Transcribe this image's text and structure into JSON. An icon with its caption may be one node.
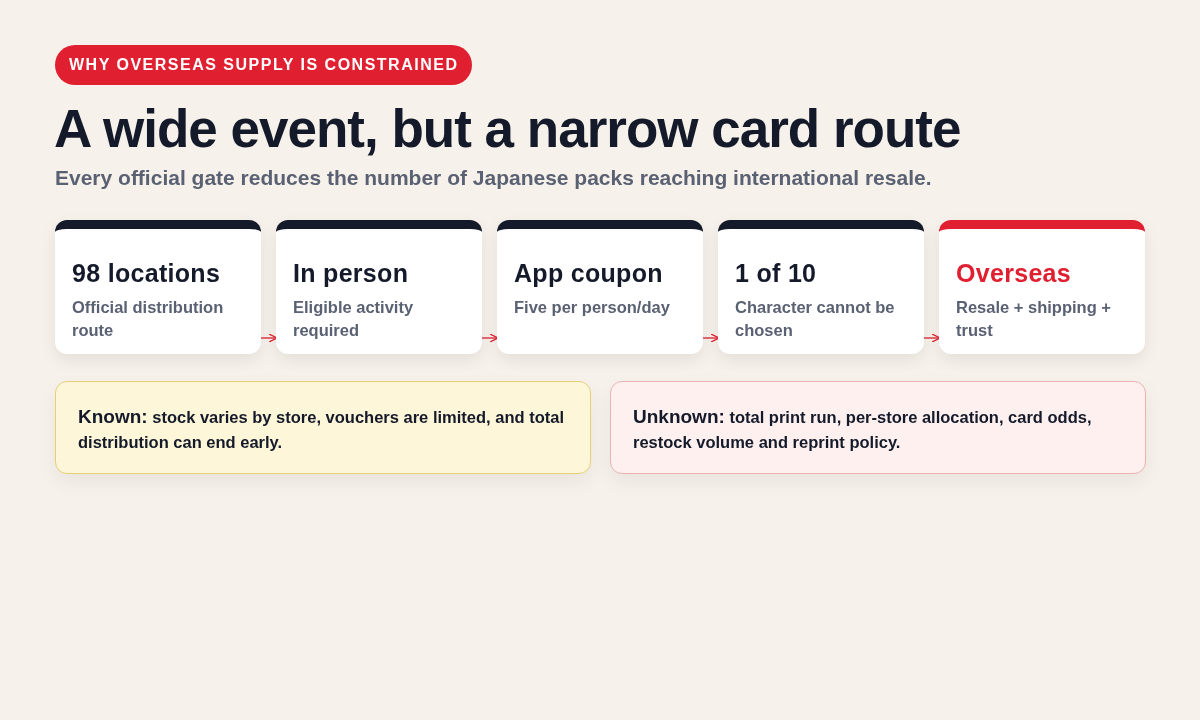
{
  "diagram": {
    "title": "A wide event, but a narrow card route",
    "nodes": [
      {
        "text": [
          "98 locations",
          "Official distribution route"
        ]
      },
      {
        "text": [
          "In person",
          "Eligible activity required"
        ]
      },
      {
        "text": [
          "App coupon",
          "Five per person/day"
        ]
      },
      {
        "text": [
          "1 of 10",
          "Character cannot be chosen"
        ]
      },
      {
        "text": [
          "Overseas",
          "Resale + shipping + trust"
        ]
      },
      {
        "text": [
          "**Known:** stock varies by store, vouchers are limited, and total distribution can end early."
        ]
      },
      {
        "text": [
          "**Unknown:** total print run, per-store allocation, card odds, restock volume and reprint policy."
        ]
      }
    ],
    "edges": [
      {
        "from": 0,
        "to": 1,
        "arrow": "to"
      },
      {
        "from": 1,
        "to": 2,
        "arrow": "to"
      },
      {
        "from": 2,
        "to": 3,
        "arrow": "to"
      },
      {
        "from": 3,
        "to": 4,
        "arrow": "to"
      }
    ],
    "labels": [
      "WHY OVERSEAS SUPPLY IS CONSTRAINED",
      "Every official gate reduces the number of Japanese packs reaching international resale."
    ]
  }
}
